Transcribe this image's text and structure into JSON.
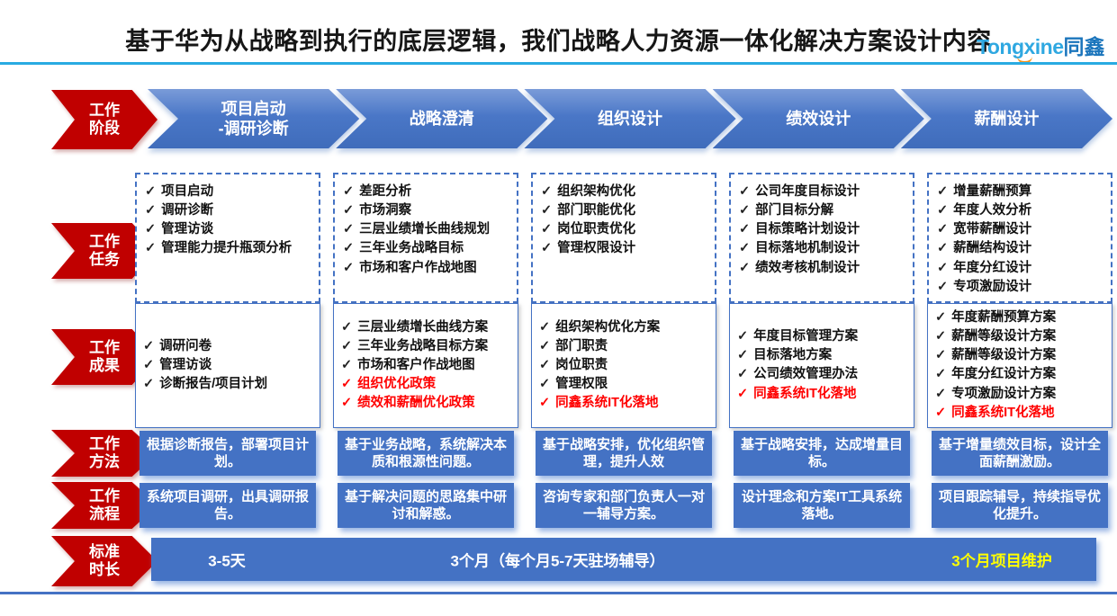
{
  "colors": {
    "red_arrow": "#C00000",
    "blue": "#4472C4",
    "accent_line": "#29ABE2",
    "highlight_red": "#FF0000",
    "highlight_yellow": "#FFFF00",
    "logo_light_blue": "#2FA8E1",
    "logo_dark_blue": "#1B75BC",
    "smile_orange": "#F7941D"
  },
  "icons": {
    "check": "✓"
  },
  "header": {
    "title": "基于华为从战略到执行的底层逻辑，我们战略人力资源一体化解决方案设计内容",
    "logo_en": "Tongxine",
    "logo_cn": "同鑫"
  },
  "row_labels": [
    {
      "line1": "工作",
      "line2": "阶段"
    },
    {
      "line1": "工作",
      "line2": "任务"
    },
    {
      "line1": "工作",
      "line2": "成果"
    },
    {
      "line1": "工作",
      "line2": "方法"
    },
    {
      "line1": "工作",
      "line2": "流程"
    },
    {
      "line1": "标准",
      "line2": "时长"
    }
  ],
  "columns": [
    {
      "phase": "项目启动\n-调研诊断",
      "tasks": [
        {
          "text": "项目启动",
          "red": false
        },
        {
          "text": "调研诊断",
          "red": false
        },
        {
          "text": "管理访谈",
          "red": false
        },
        {
          "text": "管理能力提升瓶颈分析",
          "red": false
        }
      ],
      "results": [
        {
          "text": "调研问卷",
          "red": false
        },
        {
          "text": "管理访谈",
          "red": false
        },
        {
          "text": "诊断报告/项目计划",
          "red": false
        }
      ],
      "method": "根据诊断报告，部署项目计划。",
      "process": "系统项目调研，出具调研报告。"
    },
    {
      "phase": "战略澄清",
      "tasks": [
        {
          "text": "差距分析",
          "red": false
        },
        {
          "text": "市场洞察",
          "red": false
        },
        {
          "text": "三层业绩增长曲线规划",
          "red": false
        },
        {
          "text": "三年业务战略目标",
          "red": false
        },
        {
          "text": "市场和客户作战地图",
          "red": false
        }
      ],
      "results": [
        {
          "text": "三层业绩增长曲线方案",
          "red": false
        },
        {
          "text": "三年业务战略目标方案",
          "red": false
        },
        {
          "text": "市场和客户作战地图",
          "red": false
        },
        {
          "text": "组织优化政策",
          "red": true
        },
        {
          "text": "绩效和薪酬优化政策",
          "red": true
        }
      ],
      "method": "基于业务战略，系统解决本质和根源性问题。",
      "process": "基于解决问题的思路集中研讨和解惑。"
    },
    {
      "phase": "组织设计",
      "tasks": [
        {
          "text": "组织架构优化",
          "red": false
        },
        {
          "text": "部门职能优化",
          "red": false
        },
        {
          "text": "岗位职责优化",
          "red": false
        },
        {
          "text": "管理权限设计",
          "red": false
        }
      ],
      "results": [
        {
          "text": "组织架构优化方案",
          "red": false
        },
        {
          "text": "部门职责",
          "red": false
        },
        {
          "text": "岗位职责",
          "red": false
        },
        {
          "text": "管理权限",
          "red": false
        },
        {
          "text": "同鑫系统IT化落地",
          "red": true
        }
      ],
      "method": "基于战略安排，优化组织管理，提升人效",
      "process": "咨询专家和部门负责人一对一辅导方案。"
    },
    {
      "phase": "绩效设计",
      "tasks": [
        {
          "text": "公司年度目标设计",
          "red": false
        },
        {
          "text": "部门目标分解",
          "red": false
        },
        {
          "text": "目标策略计划设计",
          "red": false
        },
        {
          "text": "目标落地机制设计",
          "red": false
        },
        {
          "text": "绩效考核机制设计",
          "red": false
        }
      ],
      "results": [
        {
          "text": "年度目标管理方案",
          "red": false
        },
        {
          "text": "目标落地方案",
          "red": false
        },
        {
          "text": "公司绩效管理办法",
          "red": false
        },
        {
          "text": "同鑫系统IT化落地",
          "red": true
        }
      ],
      "method": "基于战略安排，达成增量目标。",
      "process": "设计理念和方案IT工具系统落地。"
    },
    {
      "phase": "薪酬设计",
      "tasks": [
        {
          "text": "增量薪酬预算",
          "red": false
        },
        {
          "text": "年度人效分析",
          "red": false
        },
        {
          "text": "宽带薪酬设计",
          "red": false
        },
        {
          "text": "薪酬结构设计",
          "red": false
        },
        {
          "text": "年度分红设计",
          "red": false
        },
        {
          "text": "专项激励设计",
          "red": false
        }
      ],
      "results": [
        {
          "text": "年度薪酬预算方案",
          "red": false
        },
        {
          "text": "薪酬等级设计方案",
          "red": false
        },
        {
          "text": "薪酬等级设计方案",
          "red": false
        },
        {
          "text": "年度分红设计方案",
          "red": false
        },
        {
          "text": "专项激励设计方案",
          "red": false
        },
        {
          "text": "同鑫系统IT化落地",
          "red": true
        }
      ],
      "method": "基于增量绩效目标，设计全面薪酬激励。",
      "process": "项目跟踪辅导，持续指导优化提升。"
    }
  ],
  "duration": {
    "seg1": "3-5天",
    "seg2": "3个月（每个月5-7天驻场辅导）",
    "seg3": "3个月项目维护"
  }
}
